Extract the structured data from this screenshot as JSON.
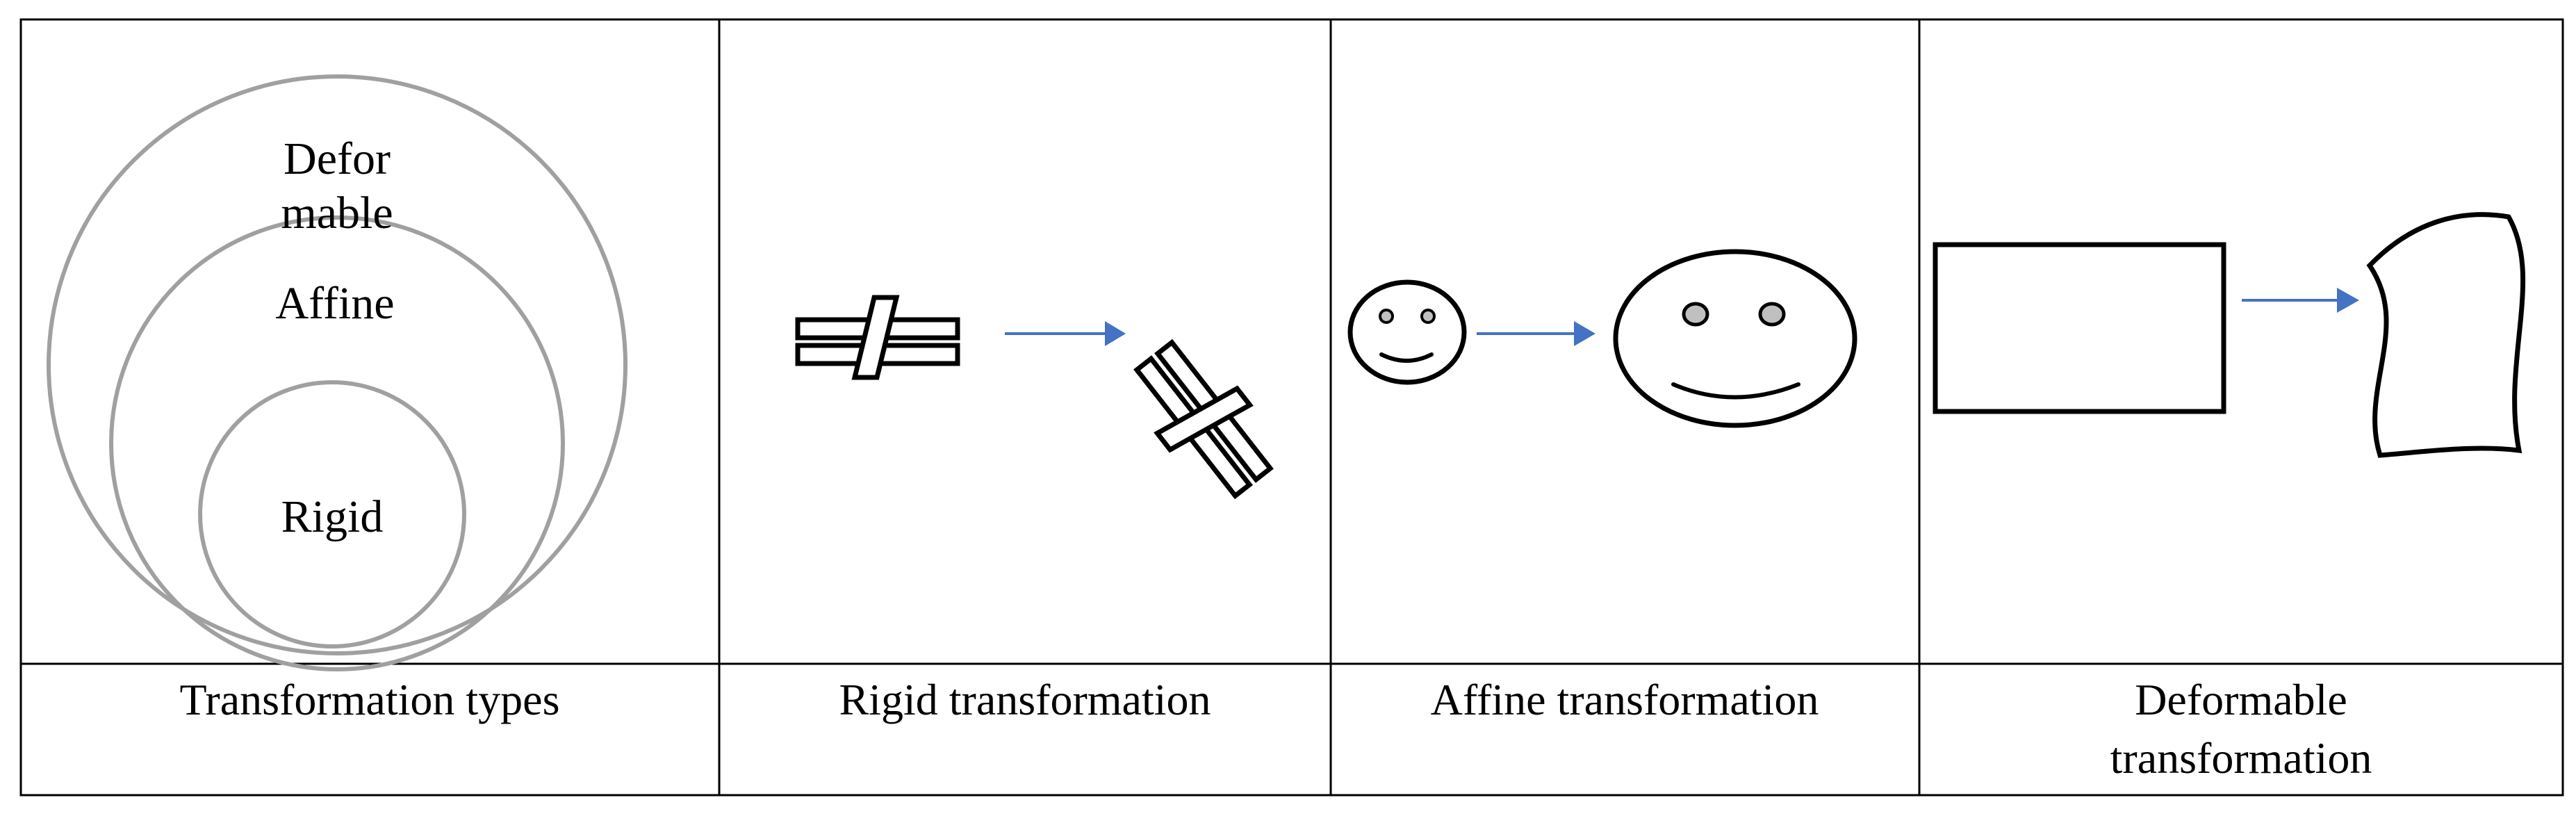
{
  "panels": [
    {
      "caption": "Transformation types",
      "sets": {
        "outer_line1": "Defor",
        "outer_line2": "mable",
        "middle": "Affine",
        "inner": "Rigid"
      }
    },
    {
      "caption": "Rigid transformation"
    },
    {
      "caption": "Affine transformation"
    },
    {
      "caption_line1": "Deformable",
      "caption_line2": "transformation"
    }
  ],
  "colors": {
    "ring": "#a0a0a0",
    "arrow": "#4472c4",
    "eye_fill": "#c0c0c0"
  },
  "icons": [
    "not-equal-symbol-icon",
    "smiley-face-icon",
    "rectangle-shape-icon",
    "wavy-sheet-icon",
    "right-arrow-icon"
  ]
}
